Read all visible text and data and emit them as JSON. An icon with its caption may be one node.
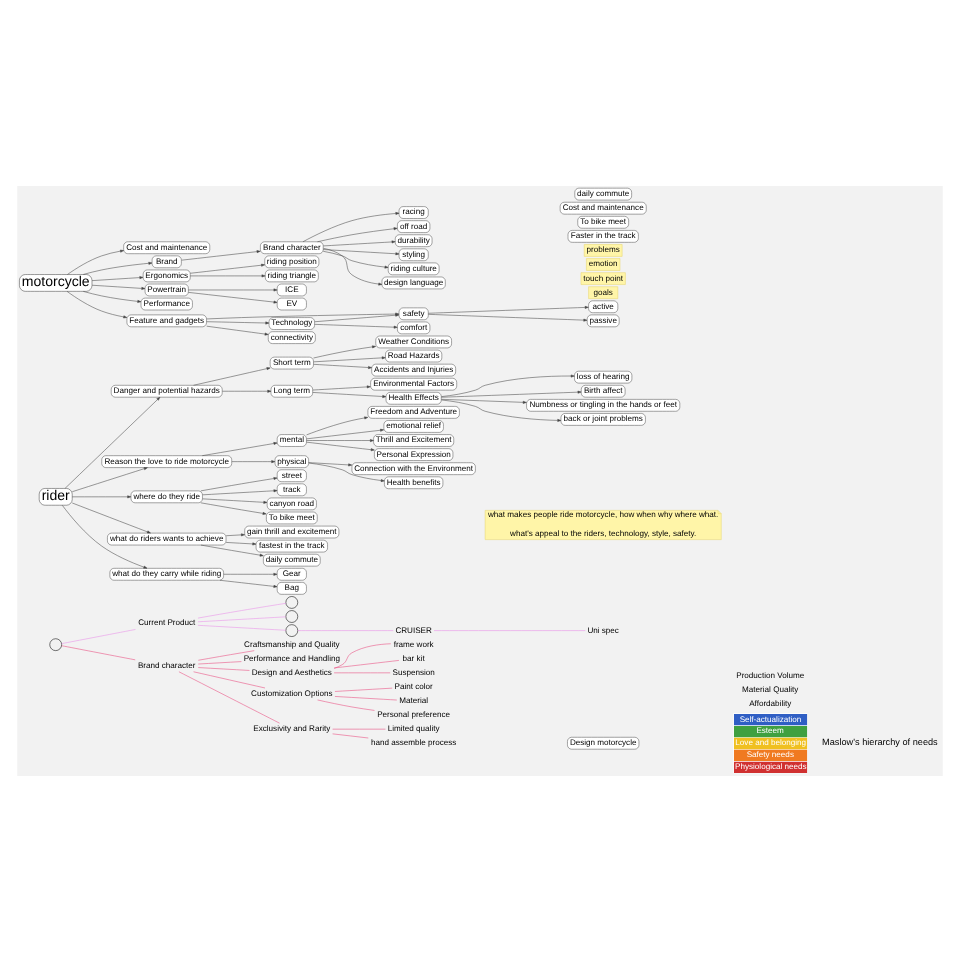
{
  "diagram": {
    "nodes": [
      {
        "text": [
          "Design motorcycle"
        ]
      },
      {
        "text": [
          "what makes people ride motorcycle, how when why where what.",
          "what's appeal to the riders, technology, style, safety."
        ]
      },
      {
        "text": [
          "rider"
        ]
      },
      {
        "text": [
          "Danger and potential hazards"
        ]
      },
      {
        "text": [
          "Short term"
        ]
      },
      {
        "text": [
          "Long term"
        ]
      },
      {
        "text": [
          "Weather Conditions"
        ]
      },
      {
        "text": [
          "Road Hazards"
        ]
      },
      {
        "text": [
          "Accidents and Injuries"
        ]
      },
      {
        "text": [
          "Environmental Factors"
        ]
      },
      {
        "text": [
          "Health Effects"
        ]
      },
      {
        "text": [
          "loss of hearing"
        ]
      },
      {
        "text": [
          "Birth affect"
        ]
      },
      {
        "text": [
          "Numbness or tingling in the hands or feet"
        ]
      },
      {
        "text": [
          "back or joint problems"
        ]
      },
      {
        "text": [
          "Reason the love to ride motorcycle"
        ]
      },
      {
        "text": [
          "mental"
        ]
      },
      {
        "text": [
          "physical"
        ]
      },
      {
        "text": [
          "Freedom and Adventure"
        ]
      },
      {
        "text": [
          "emotional relief"
        ]
      },
      {
        "text": [
          "Thrill and Excitement"
        ]
      },
      {
        "text": [
          "Personal Expression"
        ]
      },
      {
        "text": [
          "Connection with the Environment"
        ]
      },
      {
        "text": [
          "Health benefits"
        ]
      },
      {
        "text": [
          "where do they ride"
        ]
      },
      {
        "text": [
          "street"
        ]
      },
      {
        "text": [
          "track"
        ]
      },
      {
        "text": [
          "canyon road"
        ]
      },
      {
        "text": [
          "To bike meet"
        ]
      },
      {
        "text": [
          "what do riders wants to achieve"
        ]
      },
      {
        "text": [
          "gain thrill and excitement"
        ]
      },
      {
        "text": [
          "fastest in the track"
        ]
      },
      {
        "text": [
          "daily commute"
        ]
      },
      {
        "text": [
          "what do they carry while riding"
        ]
      },
      {
        "text": [
          "Gear"
        ]
      },
      {
        "text": [
          "Bag"
        ]
      },
      {
        "text": [
          "motorcycle"
        ]
      },
      {
        "text": [
          "Cost and maintenance"
        ]
      },
      {
        "text": [
          "Brand"
        ]
      },
      {
        "text": [
          "Ergonomics"
        ]
      },
      {
        "text": [
          "Powertrain"
        ]
      },
      {
        "text": [
          "Performance"
        ]
      },
      {
        "text": [
          "Feature and gadgets"
        ]
      },
      {
        "text": [
          "Brand character"
        ]
      },
      {
        "text": [
          "racing"
        ]
      },
      {
        "text": [
          "off road"
        ]
      },
      {
        "text": [
          "durability"
        ]
      },
      {
        "text": [
          "styling"
        ]
      },
      {
        "text": [
          "riding culture"
        ]
      },
      {
        "text": [
          "design language"
        ]
      },
      {
        "text": [
          "riding position"
        ]
      },
      {
        "text": [
          "riding triangle"
        ]
      },
      {
        "text": [
          "ICE"
        ]
      },
      {
        "text": [
          "EV"
        ]
      },
      {
        "text": [
          "Technology"
        ]
      },
      {
        "text": [
          "safety"
        ]
      },
      {
        "text": [
          "connectivity"
        ]
      },
      {
        "text": [
          "comfort"
        ]
      },
      {
        "text": [
          "active"
        ]
      },
      {
        "text": [
          "passive"
        ]
      },
      {
        "text": [],
        "shape": "circle"
      },
      {
        "text": [
          "Current Product"
        ]
      },
      {
        "text": [],
        "shape": "circle"
      },
      {
        "text": [],
        "shape": "circle"
      },
      {
        "text": [],
        "shape": "circle"
      },
      {
        "text": [
          "CRUISER"
        ]
      },
      {
        "text": [
          "Uni spec"
        ]
      },
      {
        "text": [
          "Brand character"
        ]
      },
      {
        "text": [
          "Craftsmanship and Quality"
        ]
      },
      {
        "text": [
          "Performance and Handling"
        ]
      },
      {
        "text": [
          "Design and Aesthetics"
        ]
      },
      {
        "text": [
          "Customization Options"
        ]
      },
      {
        "text": [
          "Exclusivity and Rarity"
        ]
      },
      {
        "text": [
          "frame work"
        ]
      },
      {
        "text": [
          "bar kit"
        ]
      },
      {
        "text": [
          "Suspension"
        ]
      },
      {
        "text": [
          "Paint color"
        ]
      },
      {
        "text": [
          "Material"
        ]
      },
      {
        "text": [
          "Personal preference"
        ]
      },
      {
        "text": [
          "Limited quality"
        ]
      },
      {
        "text": [
          "hand assemble process"
        ]
      },
      {
        "text": [
          "Self-actualization",
          "Esteem",
          "Love and belonging",
          "Safety needs",
          "Physiological needs"
        ],
        "beside": [
          "Maslow's hierarchy of needs"
        ]
      },
      {
        "text": [
          "goals"
        ]
      },
      {
        "text": [
          "touch point"
        ]
      },
      {
        "text": [
          "emotion"
        ]
      },
      {
        "text": [
          "problems"
        ]
      },
      {
        "text": [
          "Faster in the track"
        ]
      },
      {
        "text": [
          "To bike meet"
        ]
      },
      {
        "text": [
          "Cost and maintenance"
        ]
      },
      {
        "text": [
          "daily commute"
        ]
      }
    ],
    "edges": [
      {
        "from": 2,
        "to": 3,
        "arrow": "to"
      },
      {
        "from": 3,
        "to": 4,
        "arrow": "to"
      },
      {
        "from": 3,
        "to": 5,
        "arrow": "to"
      },
      {
        "from": 4,
        "to": 6,
        "arrow": "to"
      },
      {
        "from": 4,
        "to": 7,
        "arrow": "to"
      },
      {
        "from": 4,
        "to": 8,
        "arrow": "to"
      },
      {
        "from": 5,
        "to": 9,
        "arrow": "to"
      },
      {
        "from": 5,
        "to": 10,
        "arrow": "to"
      },
      {
        "from": 10,
        "to": 11,
        "arrow": "to"
      },
      {
        "from": 10,
        "to": 12,
        "arrow": "to"
      },
      {
        "from": 10,
        "to": 13,
        "arrow": "to"
      },
      {
        "from": 10,
        "to": 14,
        "arrow": "to"
      },
      {
        "from": 2,
        "to": 15,
        "arrow": "to"
      },
      {
        "from": 15,
        "to": 16,
        "arrow": "to"
      },
      {
        "from": 15,
        "to": 17,
        "arrow": "to"
      },
      {
        "from": 16,
        "to": 18,
        "arrow": "to"
      },
      {
        "from": 16,
        "to": 19,
        "arrow": "to"
      },
      {
        "from": 16,
        "to": 20,
        "arrow": "to"
      },
      {
        "from": 16,
        "to": 21,
        "arrow": "to"
      },
      {
        "from": 17,
        "to": 22,
        "arrow": "to"
      },
      {
        "from": 17,
        "to": 23,
        "arrow": "to"
      },
      {
        "from": 2,
        "to": 24,
        "arrow": "to"
      },
      {
        "from": 24,
        "to": 25,
        "arrow": "to"
      },
      {
        "from": 24,
        "to": 26,
        "arrow": "to"
      },
      {
        "from": 24,
        "to": 27,
        "arrow": "to"
      },
      {
        "from": 24,
        "to": 28,
        "arrow": "to"
      },
      {
        "from": 2,
        "to": 29,
        "arrow": "to"
      },
      {
        "from": 29,
        "to": 30,
        "arrow": "to"
      },
      {
        "from": 29,
        "to": 31,
        "arrow": "to"
      },
      {
        "from": 29,
        "to": 32,
        "arrow": "to"
      },
      {
        "from": 2,
        "to": 33,
        "arrow": "to"
      },
      {
        "from": 33,
        "to": 34,
        "arrow": "to"
      },
      {
        "from": 33,
        "to": 35,
        "arrow": "to"
      },
      {
        "from": 36,
        "to": 37,
        "arrow": "to"
      },
      {
        "from": 36,
        "to": 38,
        "arrow": "to"
      },
      {
        "from": 36,
        "to": 39,
        "arrow": "to"
      },
      {
        "from": 36,
        "to": 40,
        "arrow": "to"
      },
      {
        "from": 36,
        "to": 41,
        "arrow": "to"
      },
      {
        "from": 36,
        "to": 42,
        "arrow": "to"
      },
      {
        "from": 38,
        "to": 43,
        "arrow": "to"
      },
      {
        "from": 43,
        "to": 44,
        "arrow": "to"
      },
      {
        "from": 43,
        "to": 45,
        "arrow": "to"
      },
      {
        "from": 43,
        "to": 46,
        "arrow": "to"
      },
      {
        "from": 43,
        "to": 47,
        "arrow": "to"
      },
      {
        "from": 43,
        "to": 48,
        "arrow": "to"
      },
      {
        "from": 43,
        "to": 49,
        "arrow": "to"
      },
      {
        "from": 39,
        "to": 50,
        "arrow": "to"
      },
      {
        "from": 39,
        "to": 51,
        "arrow": "to"
      },
      {
        "from": 40,
        "to": 52,
        "arrow": "to"
      },
      {
        "from": 40,
        "to": 53,
        "arrow": "to"
      },
      {
        "from": 42,
        "to": 54,
        "arrow": "to"
      },
      {
        "from": 42,
        "to": 55,
        "arrow": "to"
      },
      {
        "from": 42,
        "to": 56,
        "arrow": "to"
      },
      {
        "from": 54,
        "to": 55,
        "arrow": "to"
      },
      {
        "from": 54,
        "to": 57,
        "arrow": "to"
      },
      {
        "from": 55,
        "to": 58,
        "arrow": "to"
      },
      {
        "from": 55,
        "to": 59,
        "arrow": "to"
      },
      {
        "from": 60,
        "to": 61,
        "arrow": "none",
        "color": "#e88be8"
      },
      {
        "from": 61,
        "to": 62,
        "arrow": "none",
        "color": "#e88be8"
      },
      {
        "from": 61,
        "to": 63,
        "arrow": "none",
        "color": "#e88be8"
      },
      {
        "from": 61,
        "to": 64,
        "arrow": "none",
        "color": "#e88be8"
      },
      {
        "from": 64,
        "to": 65,
        "arrow": "none",
        "color": "#e88be8"
      },
      {
        "from": 65,
        "to": 66,
        "arrow": "none",
        "color": "#e88be8"
      },
      {
        "from": 60,
        "to": 67,
        "arrow": "none",
        "color": "#e8457a"
      },
      {
        "from": 67,
        "to": 68,
        "arrow": "none",
        "color": "#e8457a"
      },
      {
        "from": 67,
        "to": 69,
        "arrow": "none",
        "color": "#e8457a"
      },
      {
        "from": 67,
        "to": 70,
        "arrow": "none",
        "color": "#e8457a"
      },
      {
        "from": 67,
        "to": 71,
        "arrow": "none",
        "color": "#e8457a"
      },
      {
        "from": 67,
        "to": 72,
        "arrow": "none",
        "color": "#e8457a"
      },
      {
        "from": 70,
        "to": 73,
        "arrow": "none",
        "color": "#e8457a"
      },
      {
        "from": 70,
        "to": 74,
        "arrow": "none",
        "color": "#e8457a"
      },
      {
        "from": 70,
        "to": 75,
        "arrow": "none",
        "color": "#e8457a"
      },
      {
        "from": 71,
        "to": 76,
        "arrow": "none",
        "color": "#e8457a"
      },
      {
        "from": 71,
        "to": 77,
        "arrow": "none",
        "color": "#e8457a"
      },
      {
        "from": 71,
        "to": 78,
        "arrow": "none",
        "color": "#e8457a"
      },
      {
        "from": 72,
        "to": 79,
        "arrow": "none",
        "color": "#e8457a"
      },
      {
        "from": 72,
        "to": 80,
        "arrow": "none",
        "color": "#e8457a"
      }
    ],
    "labels": [
      "Affordability",
      "Material Quality",
      "Production Volume"
    ]
  }
}
